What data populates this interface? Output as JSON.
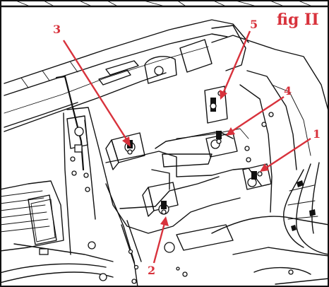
{
  "figure": {
    "label": "fig II",
    "accent_color": "#d8323c",
    "callouts": [
      {
        "id": "1",
        "text": "1"
      },
      {
        "id": "2",
        "text": "2"
      },
      {
        "id": "3",
        "text": "3"
      },
      {
        "id": "4",
        "text": "4"
      },
      {
        "id": "5",
        "text": "5"
      }
    ]
  }
}
